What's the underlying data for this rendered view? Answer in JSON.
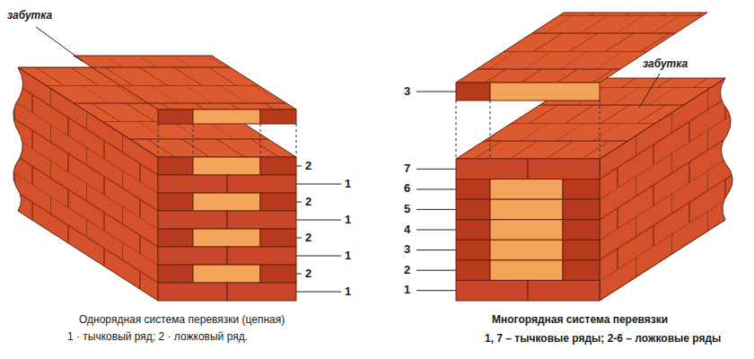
{
  "diagram": {
    "labels": [
      "забутка",
      "2",
      "1",
      "2",
      "1",
      "2",
      "1",
      "2",
      "1",
      "Однорядная система перевязки (цепная)",
      "1 · тычковый ряд; 2 · ложковый ряд.",
      "забутка",
      "3",
      "7",
      "6",
      "5",
      "4",
      "3",
      "2",
      "1",
      "Многорядная система перевязки",
      "1, 7 – тычковые ряды; 2-6 – ложковые ряды"
    ]
  }
}
